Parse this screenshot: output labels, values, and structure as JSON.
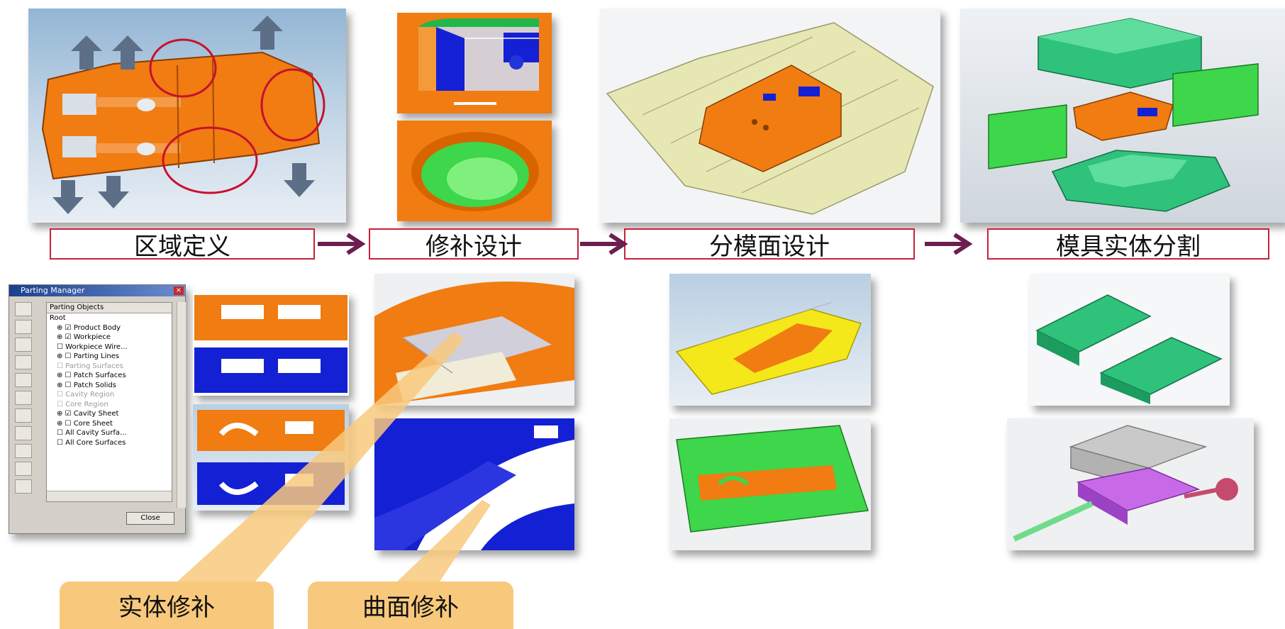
{
  "stages": [
    "区域定义",
    "修补设计",
    "分模面设计",
    "模具实体分割"
  ],
  "callouts": [
    "实体修补",
    "曲面修补"
  ],
  "parting_manager": {
    "title": "Parting Manager",
    "close_glyph": "×",
    "tree_header": "Parting Objects",
    "items": [
      {
        "label": "Root",
        "dim": false
      },
      {
        "label": "⊕ ☑ Product Body",
        "dim": false
      },
      {
        "label": "⊕ ☑ Workpiece",
        "dim": false
      },
      {
        "label": "☐ Workpiece Wire...",
        "dim": false
      },
      {
        "label": "⊕ ☐ Parting Lines",
        "dim": false
      },
      {
        "label": "☐ Parting Surfaces",
        "dim": true
      },
      {
        "label": "⊕ ☐ Patch Surfaces",
        "dim": false
      },
      {
        "label": "⊕ ☐ Patch Solids",
        "dim": false
      },
      {
        "label": "☐ Cavity Region",
        "dim": true
      },
      {
        "label": "☐ Core Region",
        "dim": true
      },
      {
        "label": "⊕ ☑ Cavity Sheet",
        "dim": false
      },
      {
        "label": "⊕ ☐ Core Sheet",
        "dim": false
      },
      {
        "label": "☐ All Cavity Surfa...",
        "dim": false
      },
      {
        "label": "☐ All Core Surfaces",
        "dim": false
      }
    ],
    "close_label": "Close"
  },
  "colors": {
    "stage_border": "#c6223a",
    "arrow": "#6b1f4f",
    "callout": "#f8c97c",
    "part_orange": "#f07c12",
    "core_blue": "#1420d4",
    "mold_green": "#2fc27a",
    "slide_green": "#3ed64a",
    "surface_cream": "#e7e7b4",
    "highlight_circle": "#c8102e"
  }
}
